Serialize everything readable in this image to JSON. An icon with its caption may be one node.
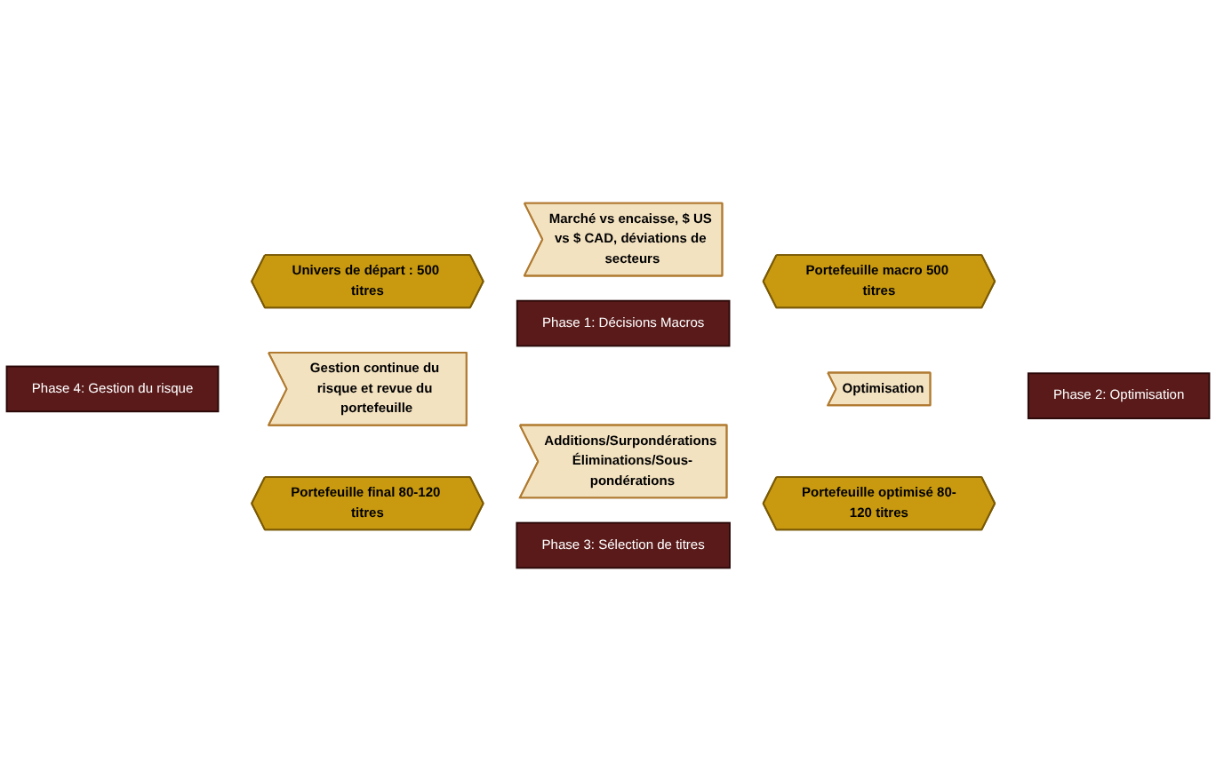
{
  "diagram": {
    "nodes": [
      {
        "text": [
          "Univers de départ : 500 titres"
        ]
      },
      {
        "text": [
          "Marché vs encaisse, $ US vs $ CAD, déviations de secteurs"
        ]
      },
      {
        "text": [
          "Portefeuille macro 500 titres"
        ]
      },
      {
        "text": [
          "Optimisation"
        ]
      },
      {
        "text": [
          "Portefeuille optimisé 80-120 titres"
        ]
      },
      {
        "text": [
          "Additions/Surpondérations Éliminations/Sous-pondérations"
        ]
      },
      {
        "text": [
          "Portefeuille final 80-120 titres"
        ]
      },
      {
        "text": [
          "Gestion continue du risque et revue du portefeuille"
        ]
      },
      {
        "text": [
          "Phase 1: Décisions Macros"
        ]
      },
      {
        "text": [
          "Phase 2: Optimisation"
        ]
      },
      {
        "text": [
          "Phase 3: Sélection de titres"
        ]
      },
      {
        "text": [
          "Phase 4: Gestion du risque"
        ]
      }
    ]
  }
}
